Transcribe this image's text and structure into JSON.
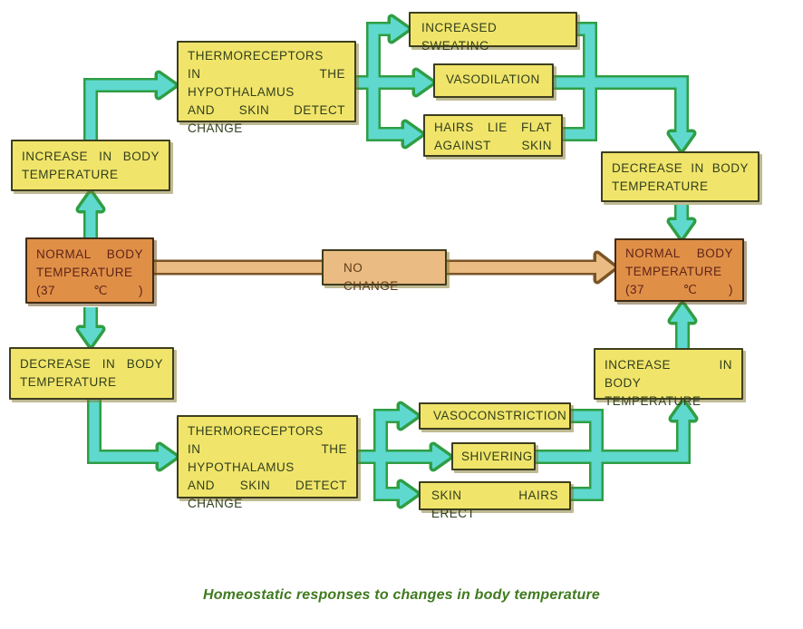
{
  "diagram_title": "Homeostatic responses to changes in body temperature",
  "nodes": {
    "increase_top_left": "INCREASE IN BODY\nTEMPERATURE",
    "thermoreceptors_top": "THERMORECEPTORS\nIN THE HYPOTHALAMUS\nAND SKIN DETECT\nCHANGE",
    "increased_sweating": "INCREASED SWEATING",
    "vasodilation": "VASODILATION",
    "hairs_lie_flat": "HAIRS LIE FLAT\nAGAINST SKIN",
    "decrease_top_right": "DECREASE IN BODY\nTEMPERATURE",
    "normal_left": "NORMAL BODY\nTEMPERATURE\n(37 ℃)",
    "no_change": "NO CHANGE",
    "normal_right": "NORMAL BODY\nTEMPERATURE\n(37 ℃)",
    "decrease_bottom_left": "DECREASE IN BODY\nTEMPERATURE",
    "thermoreceptors_bottom": "THERMORECEPTORS\nIN THE HYPOTHALAMUS\nAND SKIN DETECT\nCHANGE",
    "vasoconstriction": "VASOCONSTRICTION",
    "shivering": "SHIVERING",
    "skin_hairs_erect": "SKIN HAIRS ERECT",
    "increase_bottom_right": "INCREASE IN BODY\nTEMPERATURE"
  },
  "colors": {
    "box_yellow": "#F0E46A",
    "box_orange": "#E08F47",
    "box_tan": "#EABB83",
    "arrow_cyan": "#5FD9CE",
    "arrow_outline_green": "#2F9E44",
    "no_change_arrow_tan": "#EABB83",
    "no_change_outline_brown": "#7A5426",
    "caption_green": "#3F7A1E"
  }
}
